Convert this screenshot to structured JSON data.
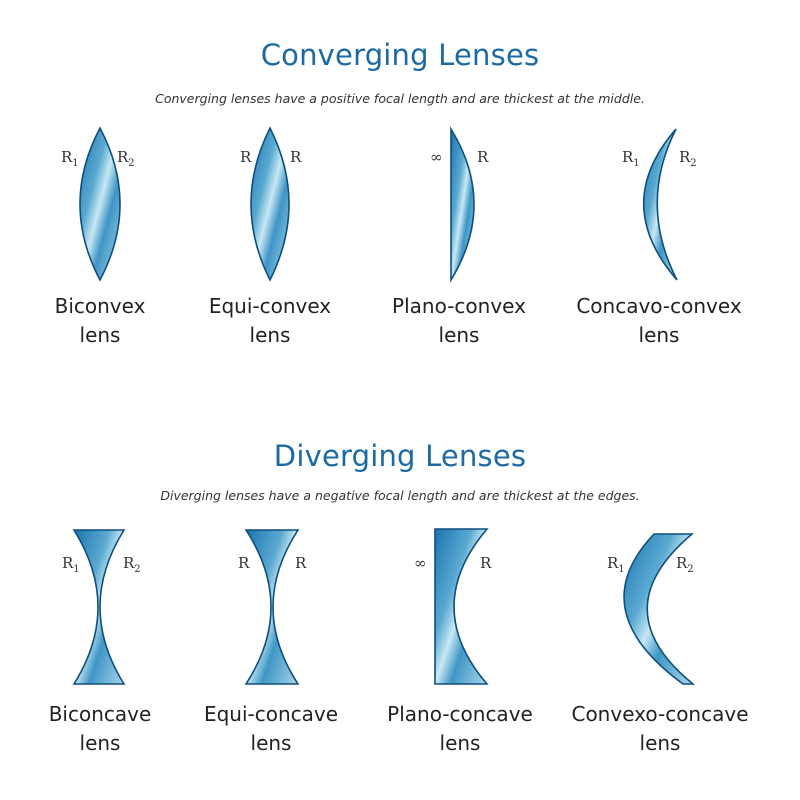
{
  "converging": {
    "title": "Converging Lenses",
    "subtitle": "Converging lenses have a positive focal length and are thickest at the middle.",
    "lenses": [
      {
        "name_line1": "Biconvex",
        "name_line2": "lens",
        "left_label": "R",
        "left_sub": "1",
        "right_label": "R",
        "right_sub": "2"
      },
      {
        "name_line1": "Equi-convex",
        "name_line2": "lens",
        "left_label": "R",
        "left_sub": "",
        "right_label": "R",
        "right_sub": ""
      },
      {
        "name_line1": "Plano-convex",
        "name_line2": "lens",
        "left_label": "∞",
        "left_sub": "",
        "right_label": "R",
        "right_sub": ""
      },
      {
        "name_line1": "Concavo-convex",
        "name_line2": "lens",
        "left_label": "R",
        "left_sub": "1",
        "right_label": "R",
        "right_sub": "2"
      }
    ]
  },
  "diverging": {
    "title": "Diverging Lenses",
    "subtitle": "Diverging lenses have a negative focal length and are thickest at the edges.",
    "lenses": [
      {
        "name_line1": "Biconcave",
        "name_line2": "lens",
        "left_label": "R",
        "left_sub": "1",
        "right_label": "R",
        "right_sub": "2"
      },
      {
        "name_line1": "Equi-concave",
        "name_line2": "lens",
        "left_label": "R",
        "left_sub": "",
        "right_label": "R",
        "right_sub": ""
      },
      {
        "name_line1": "Plano-concave",
        "name_line2": "lens",
        "left_label": "∞",
        "left_sub": "",
        "right_label": "R",
        "right_sub": ""
      },
      {
        "name_line1": "Convexo-concave",
        "name_line2": "lens",
        "left_label": "R",
        "left_sub": "1",
        "right_label": "R",
        "right_sub": "2"
      }
    ]
  },
  "colors": {
    "title": "#1c6aa3",
    "lens_dark": "#1b74b0",
    "lens_light": "#c8e8f4",
    "lens_outline": "#0f4f7a"
  }
}
